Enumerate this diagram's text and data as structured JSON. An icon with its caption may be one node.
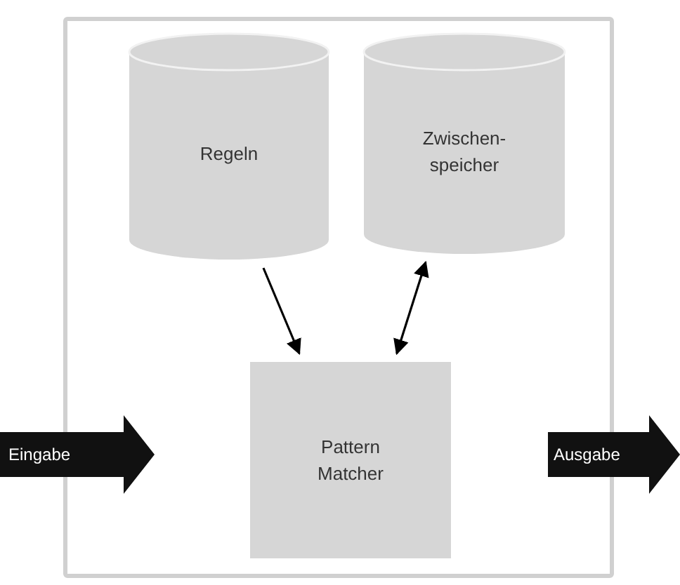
{
  "diagram": {
    "nodes": [
      {
        "text": [],
        "shape": "box"
      },
      {
        "text": [
          "Regeln"
        ],
        "in": 0
      },
      {
        "text": [
          "Zwischen-speicher"
        ],
        "in": 0
      },
      {
        "text": [
          "Pattern Matcher"
        ],
        "in": 0
      },
      {
        "text": [
          "Eingabe"
        ]
      },
      {
        "text": [
          "Ausgabe"
        ]
      }
    ],
    "edges": [
      {
        "from": 1,
        "to": 3,
        "arrow": "to"
      },
      {
        "from": 2,
        "to": 3,
        "arrow": "both"
      }
    ]
  }
}
